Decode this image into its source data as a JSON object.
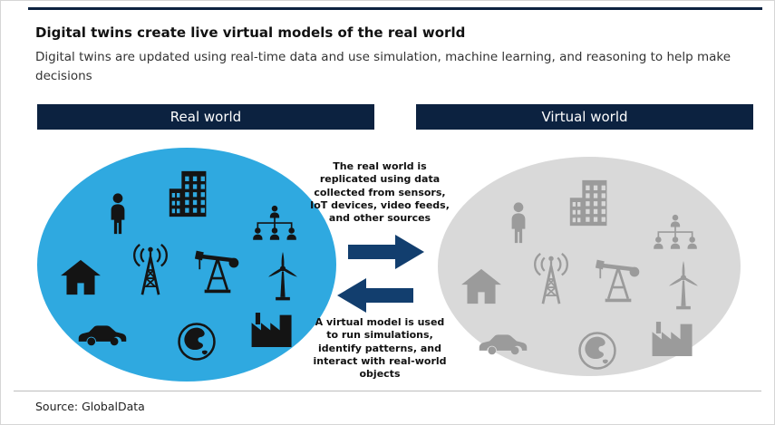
{
  "title": "Digital twins create live virtual models of the real world",
  "subtitle": "Digital twins are updated using real-time data and use simulation, machine learning, and reasoning to help make decisions",
  "panels": {
    "real_label": "Real world",
    "virtual_label": "Virtual world"
  },
  "annotations": {
    "top": "The real world is replicated using data collected from sensors, IoT devices, video feeds, and other sources",
    "bottom": "A virtual model is used to run simulations, identify patterns, and interact with real-world objects"
  },
  "icons": [
    "person",
    "building",
    "org-chart",
    "house",
    "radio-tower",
    "oil-pump",
    "wind-turbine",
    "car",
    "globe",
    "factory"
  ],
  "source": "Source: GlobalData",
  "colors": {
    "navy": "#0c2240",
    "arrow": "#123e6e",
    "real_fill": "#2fa9e0",
    "virtual_fill": "#d9d9d9"
  }
}
